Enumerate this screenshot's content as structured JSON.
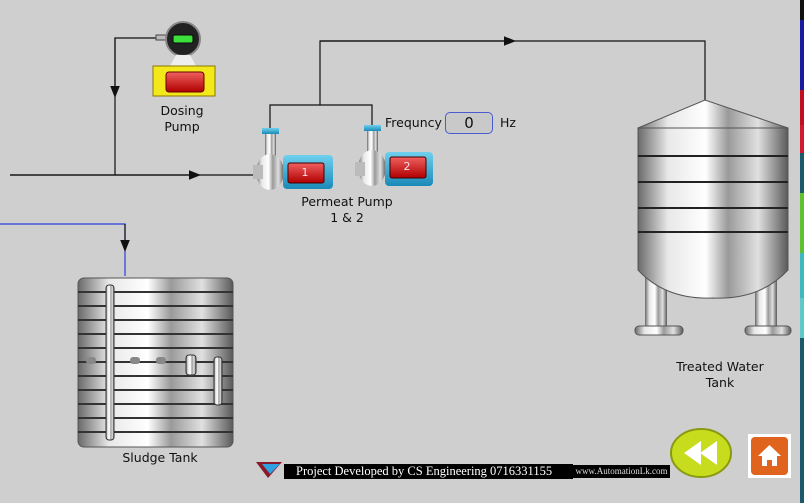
{
  "labels": {
    "dosing_pump": "Dosing\nPump",
    "dosing_line1": "Dosing",
    "dosing_line2": "Pump",
    "permeat_line1": "Permeat Pump",
    "permeat_line2": "1 & 2",
    "treated_line1": "Treated Water",
    "treated_line2": "Tank",
    "sludge_tank": "Sludge Tank"
  },
  "pumps": [
    {
      "number": "1"
    },
    {
      "number": "2"
    }
  ],
  "frequency": {
    "label": "Frequncy",
    "value": "0",
    "unit": "Hz"
  },
  "footer": {
    "credit": "Project Developed by CS Engineering  0716331155",
    "website": "www.AutomationLk.com"
  },
  "colors": {
    "background": "#cfcfcf",
    "pipe": "#111111",
    "sludge_pipe": "#2a3fd8",
    "back_button": "#c8dc1e",
    "home_button": "#e0641e"
  }
}
